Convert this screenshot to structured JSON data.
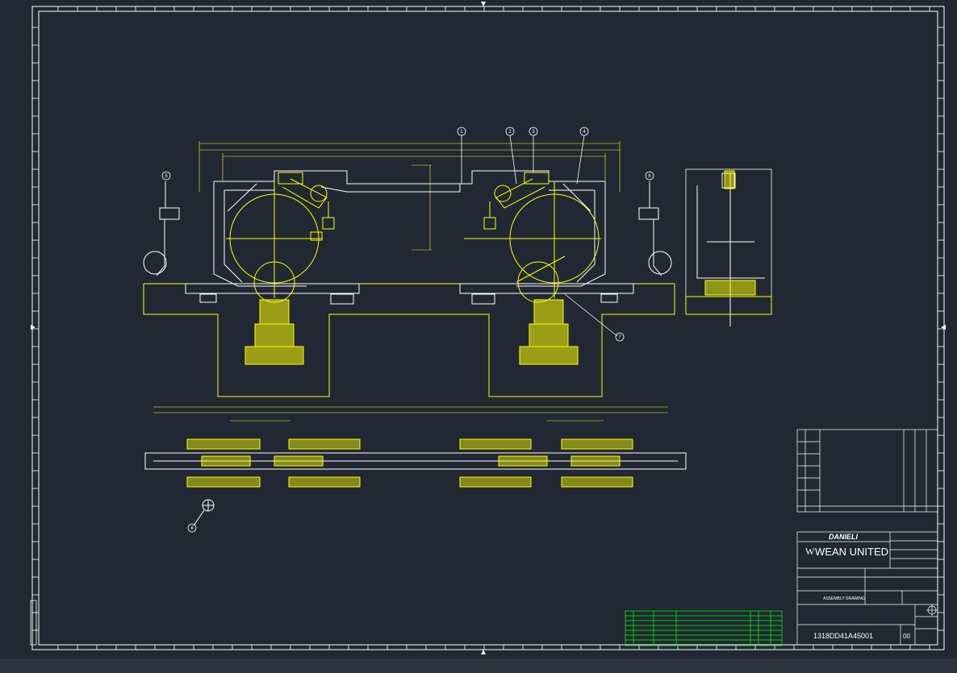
{
  "title_block": {
    "company_top": "DANIELI",
    "company_main": "WEAN UNITED",
    "drawing_title": "ASSEMBLY DRAWING",
    "drawing_number": "1318DD41A45001",
    "revision": "00"
  },
  "balloons": {
    "b1": "1",
    "b2": "2",
    "b3": "3",
    "b4": "4",
    "b5": "5",
    "b6": "6",
    "b7": "7",
    "b8": "8"
  },
  "colors": {
    "background": "#212833",
    "outline": "#ffffff",
    "geometry": "#ffff00",
    "bom": "#00ff00"
  }
}
